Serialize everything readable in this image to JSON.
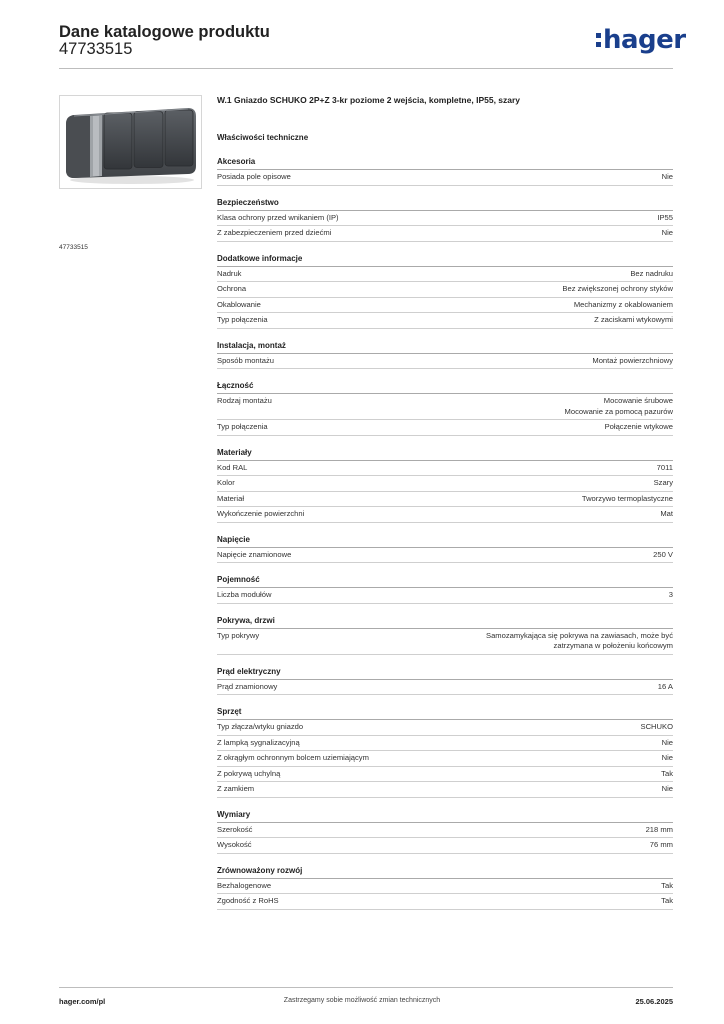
{
  "header": {
    "title": "Dane katalogowe produktu",
    "code": "47733515",
    "logo_text": "hager",
    "logo_color": "#1a3f8c"
  },
  "product": {
    "image_code": "47733515",
    "title": "W.1 Gniazdo SCHUKO 2P+Z 3-kr poziome 2 wejścia, kompletne, IP55, szary",
    "properties_heading": "Właściwości techniczne"
  },
  "sections": [
    {
      "title": "Akcesoria",
      "rows": [
        {
          "label": "Posiada pole opisowe",
          "values": [
            "Nie"
          ]
        }
      ]
    },
    {
      "title": "Bezpieczeństwo",
      "rows": [
        {
          "label": "Klasa ochrony przed wnikaniem (IP)",
          "values": [
            "IP55"
          ]
        },
        {
          "label": "Z zabezpieczeniem przed dziećmi",
          "values": [
            "Nie"
          ]
        }
      ]
    },
    {
      "title": "Dodatkowe informacje",
      "rows": [
        {
          "label": "Nadruk",
          "values": [
            "Bez nadruku"
          ]
        },
        {
          "label": "Ochrona",
          "values": [
            "Bez zwiększonej  ochrony styków"
          ]
        },
        {
          "label": "Okablowanie",
          "values": [
            "Mechanizmy z okablowaniem"
          ]
        },
        {
          "label": "Typ połączenia",
          "values": [
            "Z  zaciskami wtykowymi"
          ]
        }
      ]
    },
    {
      "title": "Instalacja, montaż",
      "rows": [
        {
          "label": "Sposób montażu",
          "values": [
            "Montaż powierzchniowy"
          ]
        }
      ]
    },
    {
      "title": "Łączność",
      "rows": [
        {
          "label": "Rodzaj montażu",
          "values": [
            "Mocowanie śrubowe",
            "Mocowanie za pomocą pazurów"
          ]
        },
        {
          "label": "Typ połączenia",
          "values": [
            "Połączenie wtykowe"
          ]
        }
      ]
    },
    {
      "title": "Materiały",
      "rows": [
        {
          "label": "Kod RAL",
          "values": [
            "7011"
          ]
        },
        {
          "label": "Kolor",
          "values": [
            "Szary"
          ]
        },
        {
          "label": "Materiał",
          "values": [
            "Tworzywo termoplastyczne"
          ]
        },
        {
          "label": "Wykończenie powierzchni",
          "values": [
            "Mat"
          ]
        }
      ]
    },
    {
      "title": "Napięcie",
      "rows": [
        {
          "label": "Napięcie znamionowe",
          "values": [
            "250 V"
          ]
        }
      ]
    },
    {
      "title": "Pojemność",
      "rows": [
        {
          "label": "Liczba modułów",
          "values": [
            "3"
          ]
        }
      ]
    },
    {
      "title": "Pokrywa, drzwi",
      "rows": [
        {
          "label": "Typ pokrywy",
          "values": [
            "Samozamykająca się pokrywa na zawiasach, może być",
            "zatrzymana w położeniu końcowym"
          ]
        }
      ]
    },
    {
      "title": "Prąd elektryczny",
      "rows": [
        {
          "label": "Prąd znamionowy",
          "values": [
            "16 A"
          ]
        }
      ]
    },
    {
      "title": "Sprzęt",
      "rows": [
        {
          "label": "Typ złącza/wtyku gniazdo",
          "values": [
            "SCHUKO"
          ]
        },
        {
          "label": "Z lampką sygnalizacyjną",
          "values": [
            "Nie"
          ]
        },
        {
          "label": "Z okrągłym ochronnym bolcem uziemiającym",
          "values": [
            "Nie"
          ]
        },
        {
          "label": "Z pokrywą uchylną",
          "values": [
            "Tak"
          ]
        },
        {
          "label": "Z zamkiem",
          "values": [
            "Nie"
          ]
        }
      ]
    },
    {
      "title": "Wymiary",
      "rows": [
        {
          "label": "Szerokość",
          "values": [
            "218 mm"
          ]
        },
        {
          "label": "Wysokość",
          "values": [
            "76 mm"
          ]
        }
      ]
    },
    {
      "title": "Zrównoważony rozwój",
      "rows": [
        {
          "label": "Bezhalogenowe",
          "values": [
            "Tak"
          ]
        },
        {
          "label": "Zgodność z RoHS",
          "values": [
            "Tak"
          ]
        }
      ]
    }
  ],
  "footer": {
    "site": "hager.com/pl",
    "note": "Zastrzegamy sobie możliwość zmian technicznych",
    "date": "25.06.2025"
  }
}
